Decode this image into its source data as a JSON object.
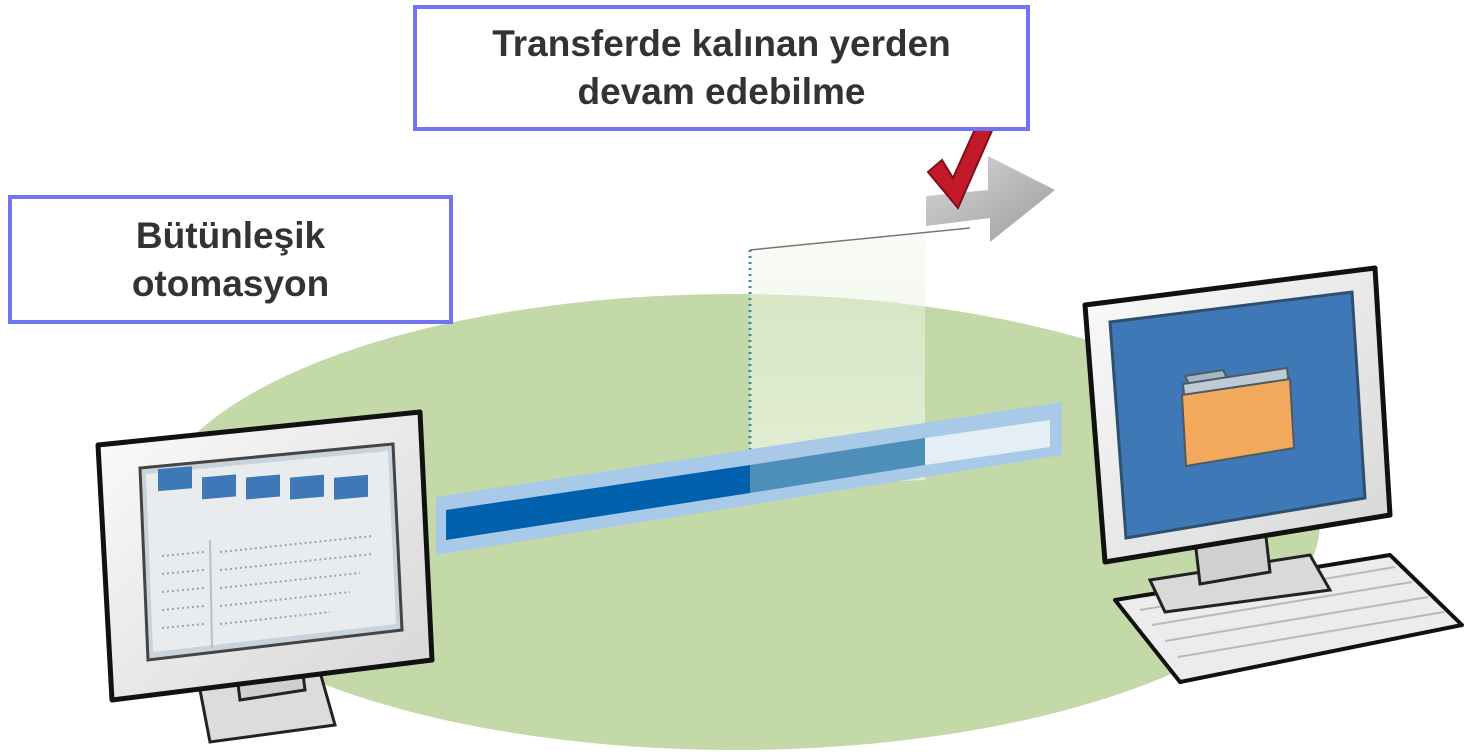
{
  "labels": {
    "resume": {
      "line1": "Transferde kalınan yerden",
      "line2": "devam edebilme"
    },
    "automation": {
      "line1": "Bütünleşik",
      "line2": "otomasyon"
    }
  },
  "colors": {
    "label_border": "#6f74f0",
    "ellipse": "#c4d9a8",
    "bar_done": "#0060ad",
    "bar_resumed": "#4e8fba",
    "bar_pending": "#e3eef5",
    "bar_frame": "#a9c9e8",
    "check": "#c31a2b",
    "arrow": "#b8b8b8",
    "screen_blue": "#3f78b6",
    "folder": "#f3a95b"
  },
  "icons": {
    "left_monitor": "monitor-app-window-icon",
    "right_computer": "desktop-computer-folder-icon",
    "check": "checkmark-icon",
    "arrow": "right-arrow-icon",
    "folder": "folder-icon"
  }
}
